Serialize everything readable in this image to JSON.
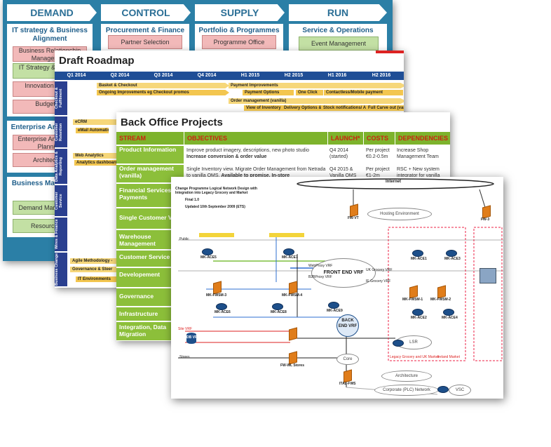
{
  "slide1": {
    "chevrons": [
      "DEMAND",
      "CONTROL",
      "SUPPLY",
      "RUN"
    ],
    "columns": [
      {
        "title": "IT strategy & Business Alignment",
        "items": [
          "Business Relationship Management",
          "IT Strategy & Strategy",
          "Innovation & R&D",
          "Budgets &"
        ]
      },
      {
        "title": "Procurement & Finance",
        "items": [
          "Partner Selection"
        ]
      },
      {
        "title": "Portfolio & Programmes",
        "items": [
          "Programme Office"
        ]
      },
      {
        "title": "Service & Operations",
        "items": [
          "Event Management"
        ]
      }
    ],
    "section2": {
      "title": "Enterprise Architecture",
      "items": [
        "Enterprise Architecture Planning",
        "Architecture"
      ]
    },
    "section3": {
      "title": "Business Management",
      "items": [
        "Demand Management",
        "Resourcing &"
      ]
    }
  },
  "slide2": {
    "title": "Draft Roadmap",
    "quarters": [
      "Q1 2014",
      "Q2 2014",
      "Q3 2014",
      "Q4 2014",
      "H1 2015",
      "H2 2015",
      "H1 2016",
      "H2 2016"
    ],
    "rows": [
      "Checkout & Fulfilment",
      "Customer Retention",
      "Data Analytics & Reporting",
      "Customer Service",
      "Wires & Finance",
      "Business Change"
    ],
    "bars": {
      "basket": "Basket & Checkout",
      "ongoing": "Ongoing Improvements eg Checkout promos",
      "payment": "Payment Improvements",
      "payment_options": "Payment Options",
      "one_click": "One Click",
      "contactless": "Contactless/Mobile payment",
      "order_mgmt": "Order management (vanilla)",
      "view_inventory": "View of Inventory",
      "delivery_options": "Delivery Options & Shop Returns",
      "stock_notifications": "Stock notifications/ Available to Promise",
      "full_carve": "Full Carve out (vanilla Stores)",
      "ecrm": "eCRM",
      "email_auto": "eMail Automation",
      "web_analytics": "Web Analytics",
      "analytics_dash": "Analytics dashboard",
      "agile": "Agile Methodology -",
      "governance": "Governance & Steer",
      "it_env": "IT Environments"
    }
  },
  "slide3": {
    "title": "Back Office Projects",
    "headers": [
      "STREAM",
      "OBJECTIVES",
      "LAUNCH*",
      "COSTS",
      "DEPENDENCIES"
    ],
    "streams": [
      "Product Information",
      "Order management (vanilla)",
      "Financial Services Payments",
      "Single Customer View",
      "Warehouse Management",
      "Customer Service",
      "Developement",
      "Governance",
      "Infrastructure",
      "Integration, Data Migration"
    ],
    "rows": [
      {
        "objective": "Improve product imagery, descriptions, new photo studio",
        "objective_bold": "Increase conversion & order value",
        "launch": "Q4 2014 (started)",
        "costs": "Per project €0.2-0.5m",
        "deps": "Increase Shop Management Team"
      },
      {
        "objective": "Single Inventory view. Migrate Order Management from Netrada to vanilla OMS.",
        "objective_bold": "Available to promise, In-store",
        "launch": "Q4 2015 & Vanilla OMS",
        "costs": "Per project €1-2m",
        "deps": "RSC + New system integrator for vanilla"
      }
    ]
  },
  "slide4": {
    "title": "Change Programme Logical Network Design with Integration into Legacy Grocery and Market",
    "subtitle": "Final 1.0",
    "updated": "Updated 10th September 2009 (ETS)",
    "internet": "Internet",
    "hosting": "Hosting Environment",
    "front_end": "FRONT END VRF",
    "back_end": "BACK END VRF",
    "webproxy": "WebProxy VRF",
    "b2bproxy": "B2BProxy VRF",
    "uk_grocery": "UK Grocery VRF",
    "ie_grocery": "IE Grocery VRF",
    "core": "Core",
    "architecture": "Architecture",
    "corporate": "Corporate (PLC) Network",
    "vsc": "VSC",
    "lsr": "LSR",
    "stores": "Stores",
    "public": "Public",
    "fw_labels": [
      "FW-VT",
      "FW-3",
      "MK-FWSM-3",
      "MK-FWSM-4",
      "MK-FWSM-1",
      "MK-FWSM-2",
      "FW-WL Stores",
      "ITAL-FWS"
    ],
    "ace_labels": [
      "MK-ACE5",
      "MK-ACE7",
      "MK-ACE6",
      "MK-ACE8",
      "MK-ACE9",
      "MK-ACE1",
      "MK-ACE3",
      "MK-ACE2",
      "MK-ACE4"
    ],
    "legacy": "Legacy Grocery and UK Market",
    "ireland": "Ireland Market",
    "usa_vrf": "Site VRF",
    "db_vrf": "DB VRF"
  }
}
